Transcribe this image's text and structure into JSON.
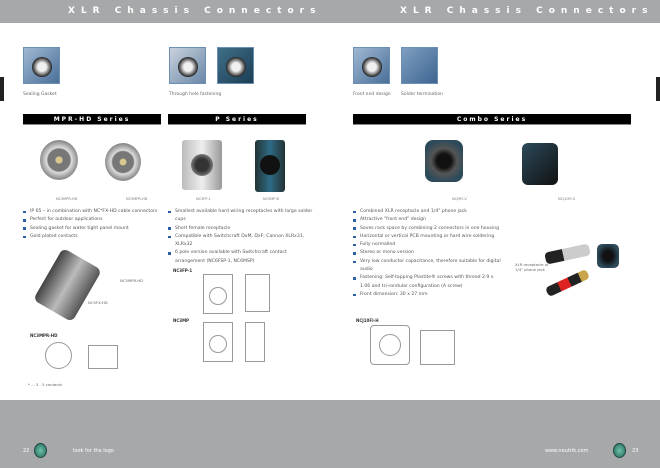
{
  "header": {
    "left_title": "XLR Chassis Connectors",
    "right_title": "XLR Chassis Connectors"
  },
  "feature_photos": [
    {
      "caption": "Sealing Gasket"
    },
    {
      "caption": "Through hole fastening"
    },
    {
      "caption": ""
    },
    {
      "caption": "Front end design"
    },
    {
      "caption": "Solder termination"
    }
  ],
  "sections": {
    "mpr_hd": {
      "title": "MPR-HD Series",
      "products": [
        "NC3MPR-HD",
        "NC5MPR-HD"
      ],
      "bullets": [
        "IP 65 – in combination with NC*FX-HD cable connectors",
        "Perfect for outdoor applications",
        "Sealing gasket for water tight panel mount",
        "Gold plated contacts"
      ],
      "image_labels": [
        "NC5MPR-HD",
        "NC5FX-HD"
      ],
      "drawing_label": "NC3MPR-HD",
      "footnote": "* ... 3 - 5 contacts"
    },
    "p": {
      "title": "P Series",
      "products": [
        "NC3FP-1",
        "NC5MP-B"
      ],
      "bullets": [
        "Smallest available hard wiring receptacles with large solder cups",
        "Short female receptacle",
        "Compatible with Switchcraft DxM, DxF; Cannon XLRx31, XLRx32",
        "6 pole version available with Switchcraft contact arrangement (NC6FSP-1, NC6MSP)"
      ],
      "drawing_labels": [
        "NC3FP-1",
        "NC3MP"
      ]
    },
    "combo": {
      "title": "Combo Series",
      "products": [
        "NCJ9FI-V",
        "NCJ10FI-S"
      ],
      "bullets": [
        "Combined XLR receptacle and 1/4\" phone jack",
        "Attractive \"front end\" design",
        "Saves rack space by combining 2 connectors in one housing",
        "Horizontal or vertical PCB mounting or hard wire soldering",
        "Fully normalled",
        "Stereo or mono version",
        "Very low conductor capacitance, therefore suitable for digital audio",
        "Fastening: Self-tapping Plastite® screws with thread 2.9 x 1.06 and tri-rondular configuration (A screw)",
        "Front dimension: 30 x 27 mm"
      ],
      "image_label": "XLR receptacle or 1/4\" phone jack",
      "drawing_label": "NCJ10FI-H"
    }
  },
  "footer": {
    "left_page": "22",
    "tagline": "look for the logo",
    "url": "www.neutrik.com",
    "right_page": "23"
  },
  "colors": {
    "band": "#a7a8aa",
    "bullet": "#2a5fa8",
    "bar": "#000000"
  }
}
